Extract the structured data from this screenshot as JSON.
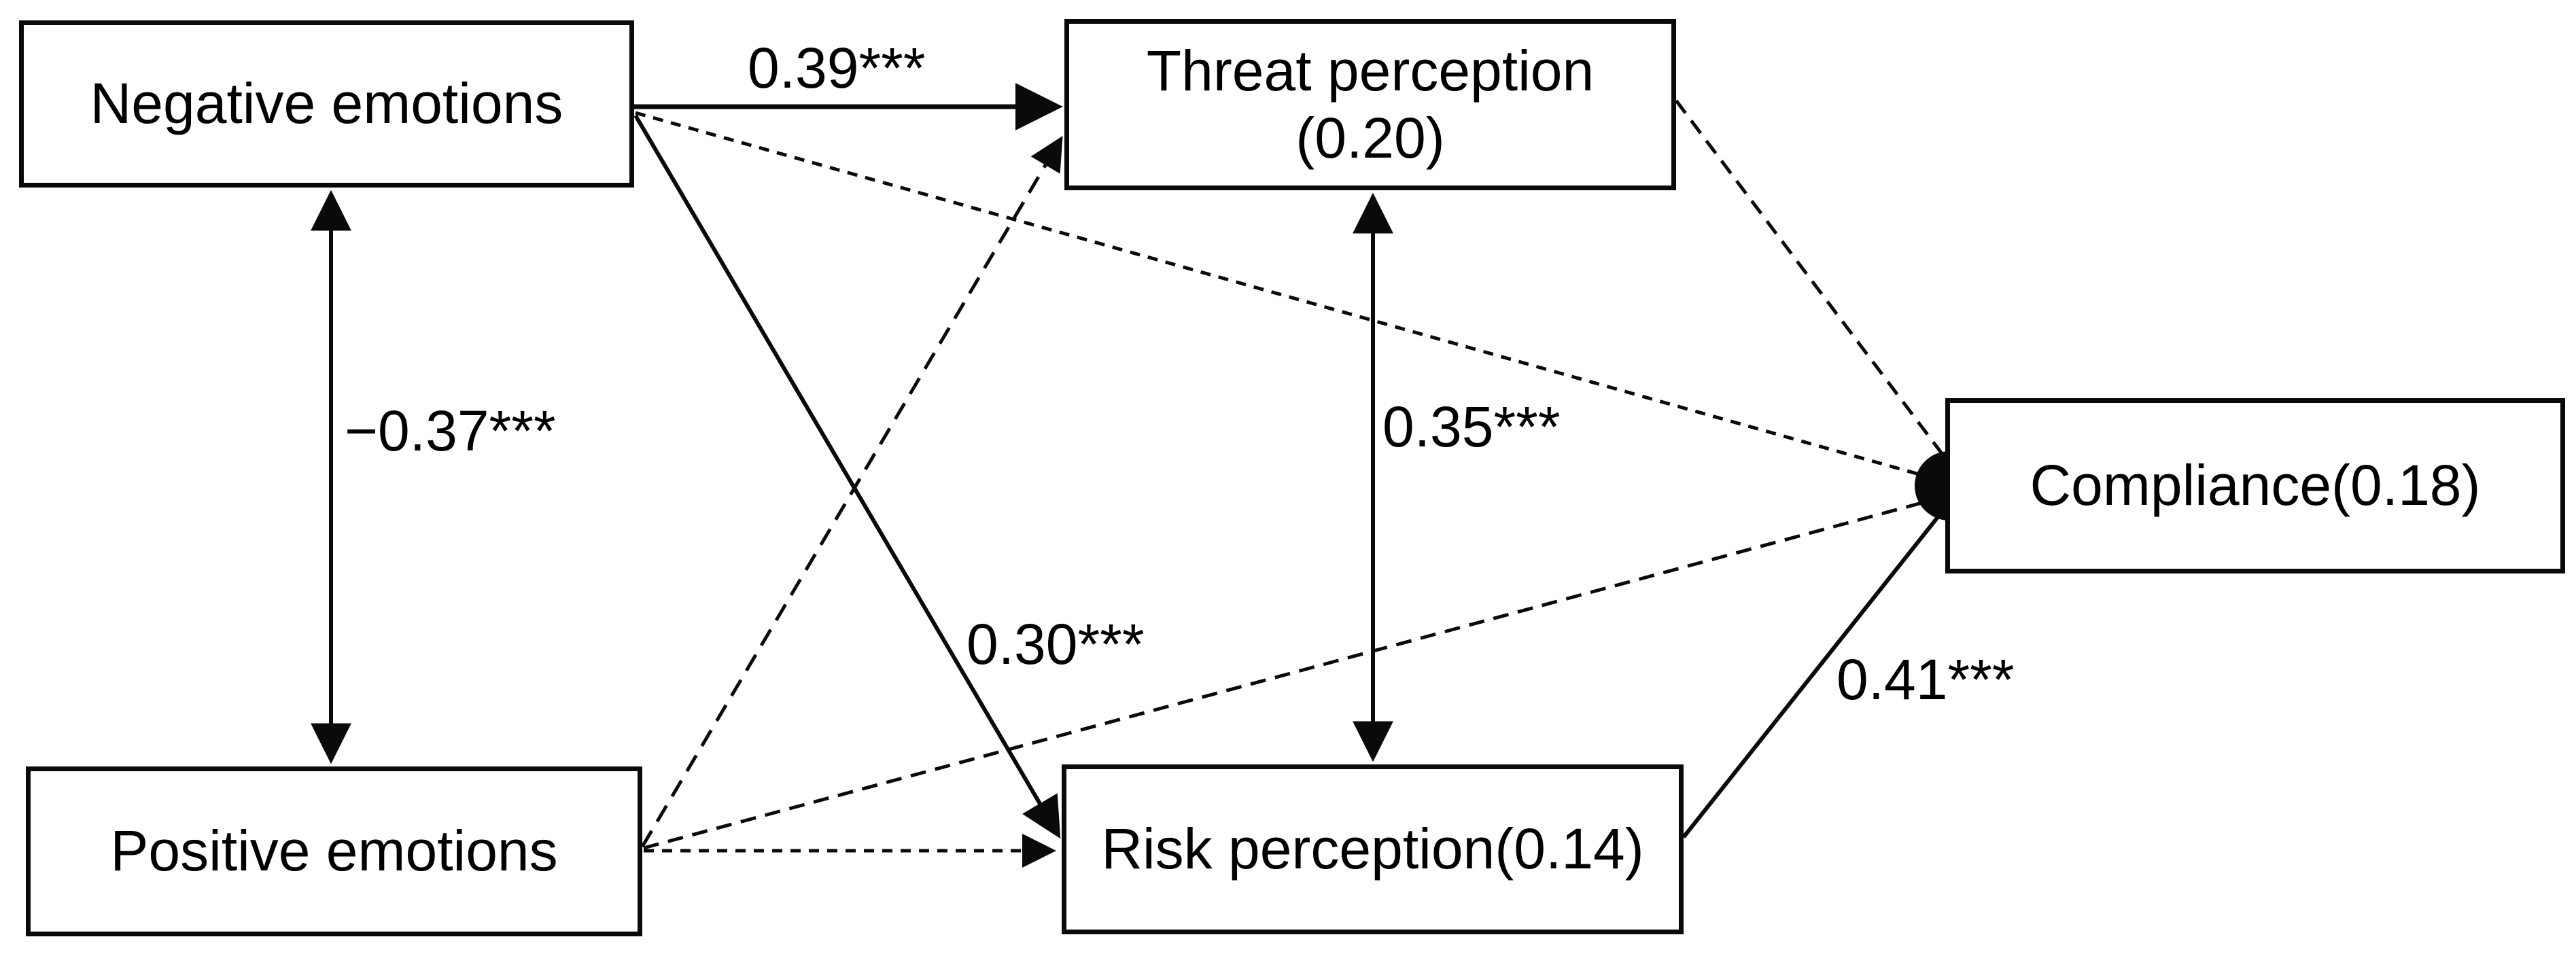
{
  "figure": {
    "type": "path-model-diagram",
    "background_color": "#ffffff",
    "line_color": "#0a0a0a",
    "nodes": [
      {
        "id": "negative-emotions",
        "label": "Negative emotions"
      },
      {
        "id": "threat-perception",
        "label": "Threat perception",
        "sublabel": "(0.20)"
      },
      {
        "id": "positive-emotions",
        "label": "Positive emotions"
      },
      {
        "id": "risk-perception",
        "label": "Risk perception(0.14)"
      },
      {
        "id": "compliance",
        "label": "Compliance(0.18)"
      }
    ],
    "edges": [
      {
        "from": "negative-emotions",
        "to": "positive-emotions",
        "coefficient": "−0.37***",
        "style": "solid",
        "arrows": "both"
      },
      {
        "from": "negative-emotions",
        "to": "threat-perception",
        "coefficient": "0.39***",
        "style": "solid",
        "arrows": "end"
      },
      {
        "from": "negative-emotions",
        "to": "risk-perception",
        "coefficient": "0.30***",
        "style": "solid",
        "arrows": "end"
      },
      {
        "from": "threat-perception",
        "to": "risk-perception",
        "coefficient": "0.35***",
        "style": "solid",
        "arrows": "both"
      },
      {
        "from": "risk-perception",
        "to": "compliance",
        "coefficient": "0.41***",
        "style": "solid",
        "arrows": "end"
      },
      {
        "from": "negative-emotions",
        "to": "compliance",
        "coefficient": "",
        "style": "dashed",
        "arrows": "end"
      },
      {
        "from": "positive-emotions",
        "to": "threat-perception",
        "coefficient": "",
        "style": "dashed",
        "arrows": "end"
      },
      {
        "from": "positive-emotions",
        "to": "risk-perception",
        "coefficient": "",
        "style": "dashed",
        "arrows": "end"
      },
      {
        "from": "positive-emotions",
        "to": "compliance",
        "coefficient": "",
        "style": "dashed",
        "arrows": "end"
      },
      {
        "from": "threat-perception",
        "to": "compliance",
        "coefficient": "",
        "style": "dashed",
        "arrows": "end"
      }
    ]
  }
}
